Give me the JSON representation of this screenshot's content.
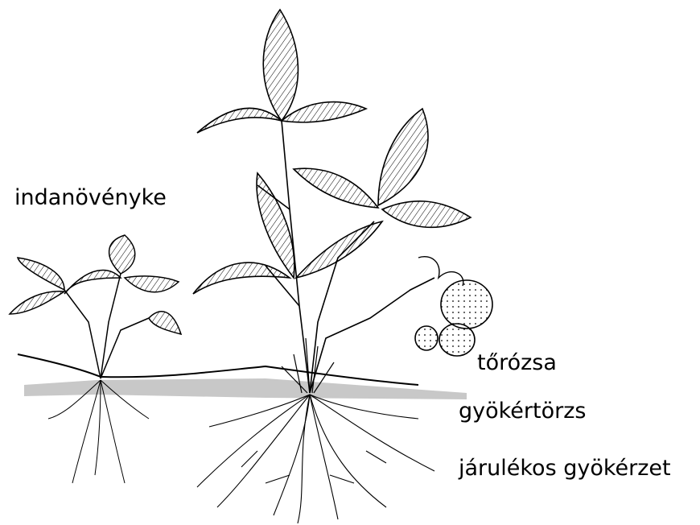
{
  "labels": {
    "runner_plantlet": "indanövényke",
    "flower_stalk": "tőrózsa",
    "rhizome": "gyökértörzs",
    "adventitious_roots": "járulékos gyökérzet"
  },
  "colors": {
    "background": "#ffffff",
    "line": "#000000",
    "ground": "#c8c8c8"
  }
}
